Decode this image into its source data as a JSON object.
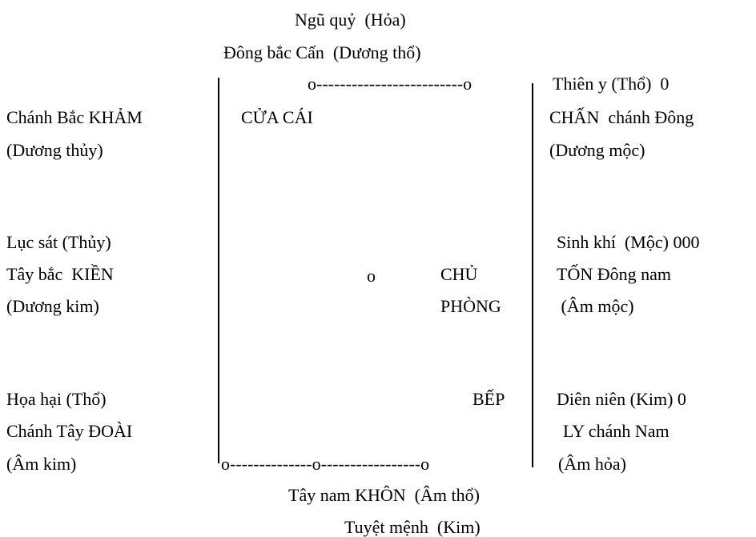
{
  "top": {
    "line1": "Ngũ quỷ  (Hỏa)",
    "line2": "Đông bắc Cấn  (Dương thổ)"
  },
  "corner_top_right": {
    "line1": "Thiên y (Thổ)  0"
  },
  "left": {
    "north": [
      "Chánh Bắc KHẢM",
      "(Dương thủy)"
    ],
    "northwest": [
      "Lục sát (Thủy)",
      "Tây bắc  KIỀN",
      "(Dương kim)"
    ],
    "west": [
      "Họa hại (Thổ)",
      "Chánh Tây ĐOÀI",
      "(Âm kim)"
    ]
  },
  "right": {
    "east": [
      "CHẤN  chánh Đông",
      "(Dương mộc)"
    ],
    "southeast": [
      "Sinh khí  (Mộc) 000",
      "TỐN Đông nam",
      " (Âm mộc)"
    ],
    "south": [
      "Diên niên (Kim) 0",
      "LY chánh Nam",
      "(Âm hỏa)"
    ]
  },
  "inside": {
    "door": "CỬA CÁI",
    "center_mark": "o",
    "master_room": [
      "CHỦ",
      "PHÒNG"
    ],
    "kitchen": "BẾP"
  },
  "bottom": {
    "line1": "Tây nam KHÔN  (Âm thổ)",
    "line2": "Tuyệt mệnh  (Kim)"
  },
  "dashes": {
    "top": "o-------------------------o",
    "bottom": "o--------------o-----------------o"
  }
}
